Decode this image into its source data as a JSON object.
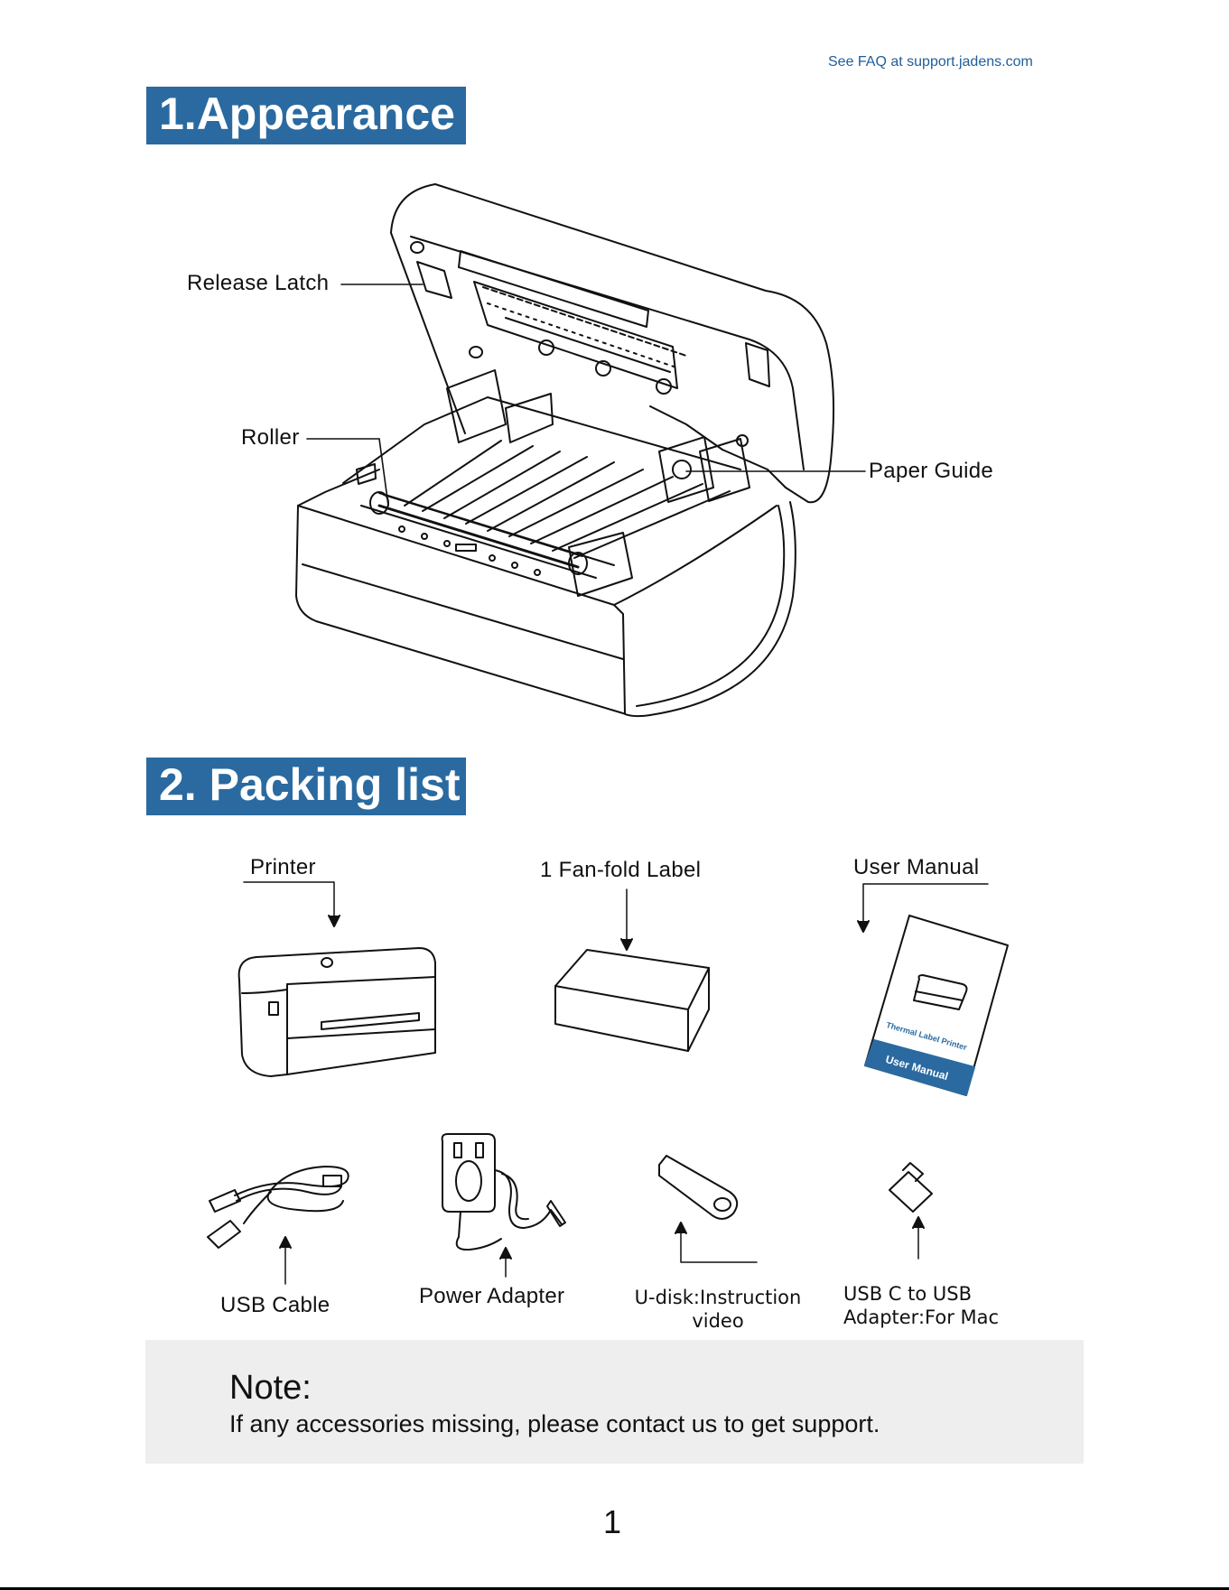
{
  "header": {
    "faq_link": "See FAQ at support.jadens.com"
  },
  "section1": {
    "title": "1.Appearance",
    "callouts": {
      "release_latch": "Release Latch",
      "roller": "Roller",
      "paper_guide": "Paper Guide"
    }
  },
  "section2": {
    "title": "2. Packing list",
    "items": {
      "printer": "Printer",
      "label": "1 Fan-fold Label",
      "manual": "User Manual",
      "manual_cover_line1": "Thermal Label Printer",
      "manual_cover_line2": "User Manual",
      "usb_cable": "USB Cable",
      "power_adapter": "Power Adapter",
      "udisk_line1": "U-disk:Instruction",
      "udisk_line2": "video",
      "usbc_line1": "USB C to USB",
      "usbc_line2": "Adapter:For Mac"
    }
  },
  "note": {
    "title": "Note:",
    "text": "If any accessories missing, please contact us to get support."
  },
  "footer": {
    "page_number": "1"
  },
  "colors": {
    "accent": "#2a6aa0",
    "warning": "#b3151b",
    "note_bg": "#eeeeee"
  }
}
